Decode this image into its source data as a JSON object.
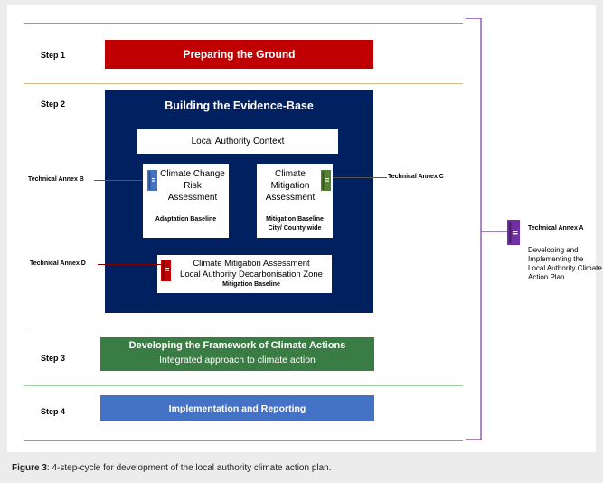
{
  "steps": {
    "step1": "Step 1",
    "step2": "Step  2",
    "step3": "Step  3",
    "step4": "Step  4"
  },
  "boxes": {
    "preparing": "Preparing the Ground",
    "evidence": "Building the Evidence-Base",
    "context": "Local Authority Context",
    "adaptation_title": "Climate Change Risk Assessment",
    "adaptation_sub": "Adaptation Baseline",
    "mitigation_title": "Climate Mitigation Assessment",
    "mitigation_sub1": "Mitigation Baseline",
    "mitigation_sub2": "City/ County wide",
    "decarb_title1": "Climate Mitigation Assessment",
    "decarb_title2": "Local Authority Decarbonisation Zone",
    "decarb_sub": "Mitigation Baseline",
    "framework_title": "Developing the Framework of Climate Actions",
    "framework_sub": "Integrated approach to climate action",
    "implementation": "Implementation and Reporting"
  },
  "annexes": {
    "b": "Technical Annex B",
    "c": "Technical Annex C",
    "d": "Technical Annex D",
    "a": "Technical Annex A",
    "a_desc": "Developing and Implementing the Local Authority Climate Action Plan"
  },
  "caption": {
    "label": "Figure 3",
    "text": ": 4-step-cycle for development of the local authority climate action plan."
  },
  "colors": {
    "step1_red": "#c00000",
    "step2_navy": "#002060",
    "step3_green": "#3a7d44",
    "step4_blue": "#4472c4",
    "annex_a_purple": "#7030a0",
    "bracket_purple": "#8e4fb4",
    "book_blue": "#4472c4",
    "book_green": "#548235",
    "book_red": "#c00000"
  },
  "icons": [
    "blue-book-icon",
    "green-book-icon",
    "red-book-icon",
    "purple-book-icon"
  ]
}
